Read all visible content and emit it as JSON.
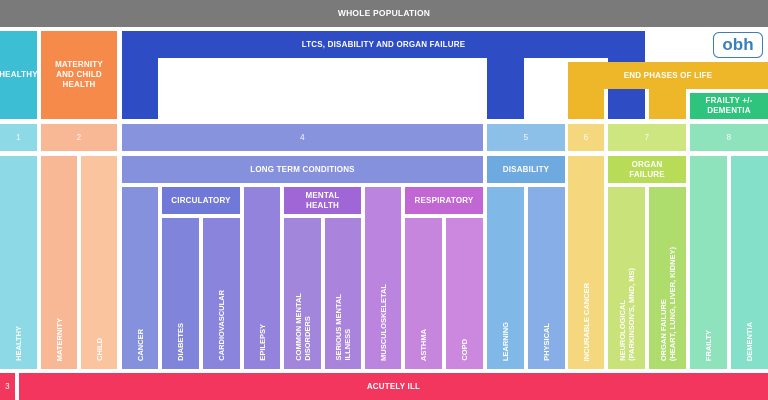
{
  "top": {
    "whole_population": "WHOLE POPULATION"
  },
  "segments": {
    "healthy": "HEALTHY",
    "maternity_child": "MATERNITY AND CHILD HEALTH",
    "ltcs": "LTCS, DISABILITY AND ORGAN FAILURE",
    "end_phases": "END PHASES OF LIFE",
    "frailty_dementia": "FRAILTY +/- DEMENTIA"
  },
  "logo": "obh",
  "numbers": [
    "1",
    "2",
    "4",
    "5",
    "6",
    "7",
    "8",
    "3"
  ],
  "groups": {
    "long_term_conditions": "LONG TERM CONDITIONS",
    "disability": "DISABILITY",
    "organ_failure": "ORGAN FAILURE",
    "circulatory": "CIRCULATORY",
    "mental_health": "MENTAL HEALTH",
    "respiratory": "RESPIRATORY"
  },
  "columns": {
    "healthy": "HEALTHY",
    "maternity": "MATERNITY",
    "child": "CHILD",
    "cancer": "CANCER",
    "diabetes": "DIABETES",
    "cardiovascular": "CARDIOVASCULAR",
    "epilepsy": "EPILEPSY",
    "common_mental": "COMMON MENTAL\nDISORDERS",
    "serious_mental": "SERIOUS MENTAL\nILLNESS",
    "musculoskeletal": "MUSCULOSKELETAL",
    "asthma": "ASTHMA",
    "copd": "COPD",
    "learning": "LEARNING",
    "physical": "PHYSICAL",
    "incurable_cancer": "INCURABLE CANCER",
    "neurological": "NEUROLOGICAL\n(PARKINSON'S, MND, MS)",
    "organ_failure_col": "ORGAN FAILURE\n(HEART, LUNG, LIVER, KIDNEY)",
    "frailty": "FRAILTY",
    "dementia": "DEMENTIA"
  },
  "bottom": {
    "acutely_ill": "ACUTELY ILL"
  },
  "colors": {
    "grey": "#7a7a7a",
    "teal": "#3cbed4",
    "orange": "#f58a4b",
    "blue": "#2e4cc4",
    "gold": "#eeb72a",
    "green": "#2ec47d",
    "red": "#f2365e"
  }
}
